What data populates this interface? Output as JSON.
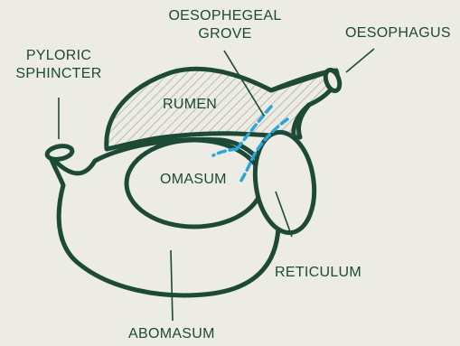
{
  "diagram": {
    "colors": {
      "background": "#ecebe4",
      "outline": "#1d4a36",
      "hatch": "#b9bcb0",
      "groove": "#2aa6db"
    },
    "labels": {
      "oesophageal_groove_line1": "OESOPHEGEAL",
      "oesophageal_groove_line2": "GROVE",
      "oesophagus": "OESOPHAGUS",
      "pyloric_line1": "PYLORIC",
      "pyloric_line2": "SPHINCTER",
      "rumen": "RUMEN",
      "omasum": "OMASUM",
      "reticulum": "RETICULUM",
      "abomasum": "ABOMASUM"
    }
  }
}
